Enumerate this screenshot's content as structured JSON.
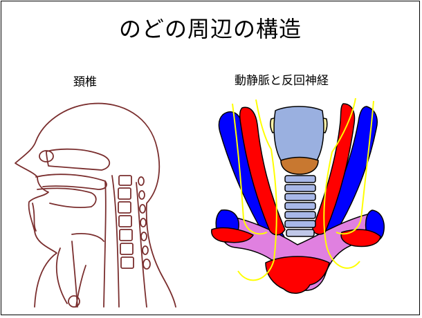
{
  "slide": {
    "title": "のどの周辺の構造",
    "left_panel": {
      "label": "頚椎",
      "illustration": "head-neck-sagittal-section"
    },
    "right_panel": {
      "label": "動静脈と反回神経",
      "illustration": "neck-vessels-and-nerves"
    }
  },
  "colors": {
    "outline": "#7a2e2e",
    "artery": "#ff0000",
    "vein": "#0000ff",
    "nerve": "#ffff00",
    "trachea": "#a8b8e8",
    "thyroid_cartilage": "#9ab0e0",
    "larynx_detail": "#c87830",
    "subclavian_vein": "#e080e0",
    "collar": "#fff3a8"
  }
}
